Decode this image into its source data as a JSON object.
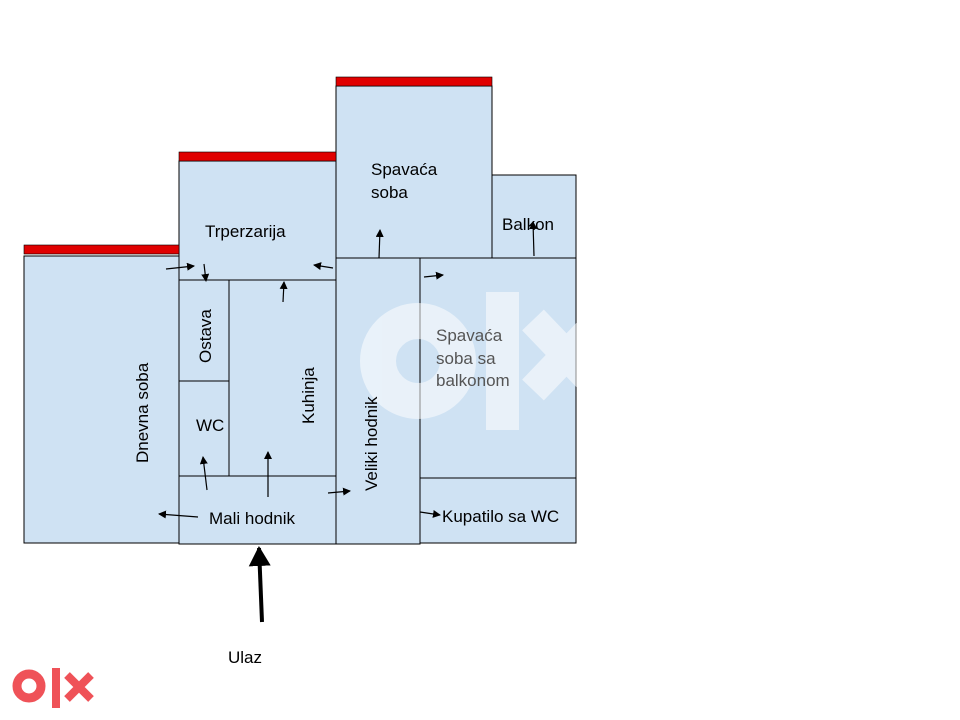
{
  "colors": {
    "room_fill": "#cfe2f3",
    "window_bar": "#e00000",
    "watermark": "#ffffff",
    "logo": "#ef5258"
  },
  "rooms": {
    "dining": "Trperzarija",
    "bedroom_line1": "Spavaća",
    "bedroom_line2": "soba",
    "balcony": "Balkon",
    "bedroom_balcony_line1": "Spavaća",
    "bedroom_balcony_line2": "soba sa",
    "bedroom_balcony_line3": "balkonom",
    "storage": "Ostava",
    "kitchen": "Kuhinja",
    "living_room": "Dnevna soba",
    "wc": "WC",
    "big_hallway": "Veliki hodnik",
    "small_hallway": "Mali hodnik",
    "bathroom": "Kupatilo sa WC"
  },
  "entrance": "Ulaz",
  "watermark_icon": "olx-logo-icon",
  "logo_icon": "olx-logo-icon"
}
